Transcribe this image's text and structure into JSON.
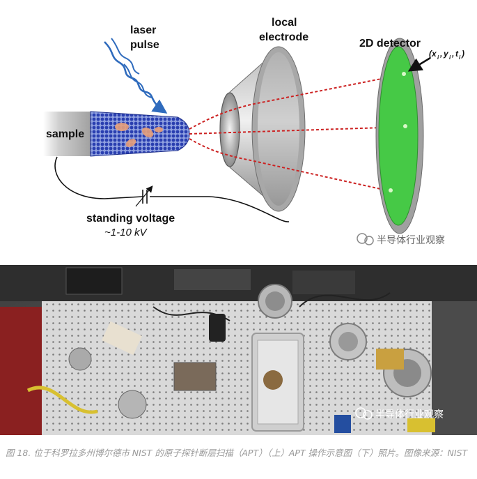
{
  "diagram": {
    "labels": {
      "laser": "laser",
      "pulse": "pulse",
      "local": "local",
      "electrode": "electrode",
      "detector": "2D detector",
      "sample": "sample",
      "voltage": "standing voltage",
      "voltage_range": "~1-10 kV"
    },
    "coords": {
      "x": "x",
      "y": "y",
      "t": "t",
      "sub": "i"
    },
    "watermark": "半导体行业观察",
    "colors": {
      "detector": "#46c946",
      "atoms": "#2a3fb0",
      "laser": "#2f6bbd",
      "rays": "#cc2222"
    }
  },
  "photo": {
    "watermark": "半导体行业观察"
  },
  "caption": {
    "text": "图 18. 位于科罗拉多州博尔德市 NIST 的原子探针断层扫描（APT）（上）APT 操作示意图（下）照片。图像来源：NIST"
  }
}
